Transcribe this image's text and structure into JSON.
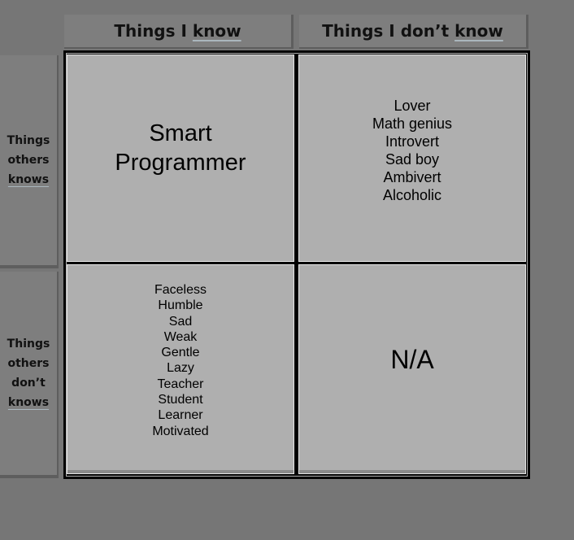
{
  "column_headers": {
    "known_prefix": "Things I ",
    "known_word": "know",
    "unknown_prefix": "Things I don’t ",
    "unknown_word": "know"
  },
  "row_headers": {
    "others_know": [
      "Things",
      "others",
      "knows"
    ],
    "others_dont_know": [
      "Things",
      "others",
      "don’t",
      "knows"
    ]
  },
  "cells": {
    "open": [
      "Smart",
      "Programmer"
    ],
    "blind": [
      "Lover",
      "Math genius",
      "Introvert",
      "Sad boy",
      "Ambivert",
      "Alcoholic"
    ],
    "hidden": [
      "Faceless",
      "Humble",
      "Sad",
      "Weak",
      "Gentle",
      "Lazy",
      "Teacher",
      "Student",
      "Learner",
      "Motivated"
    ],
    "unknown": "N/A"
  }
}
